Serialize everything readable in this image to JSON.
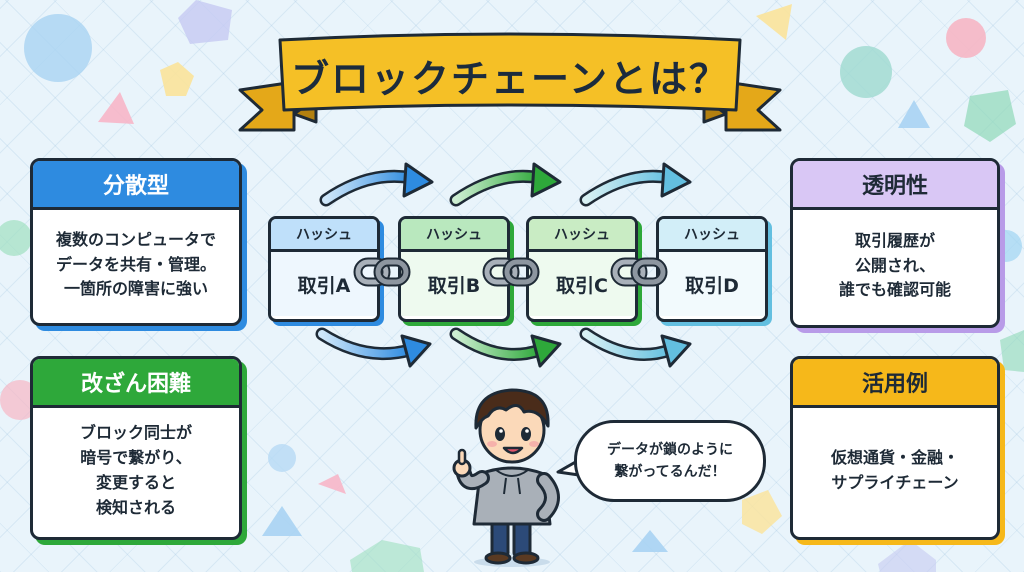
{
  "title": "ブロックチェーンとは？",
  "cards": {
    "decentralized": {
      "title": "分散型",
      "body": "複数のコンピュータで\nデータを共有・管理。\n一箇所の障害に強い"
    },
    "tamper": {
      "title": "改ざん困難",
      "body": "ブロック同士が\n暗号で繋がり、\n変更すると\n検知される"
    },
    "transparency": {
      "title": "透明性",
      "body": "取引履歴が\n公開され、\n誰でも確認可能"
    },
    "usecases": {
      "title": "活用例",
      "body": "仮想通貨・金融・\nサプライチェーン"
    }
  },
  "blocks": [
    {
      "hash": "ハッシュ",
      "label": "取引A"
    },
    {
      "hash": "ハッシュ",
      "label": "取引B"
    },
    {
      "hash": "ハッシュ",
      "label": "取引C"
    },
    {
      "hash": "ハッシュ",
      "label": "取引D"
    }
  ],
  "speech": "データが鎖のように\n繋がってるんだ！",
  "colors": {
    "blue": "#2e8be0",
    "green": "#2ea83a",
    "purple": "#d9c7f5",
    "yellow": "#f6b81a",
    "banner": "#f5c026",
    "chain": "#9aa3ad"
  }
}
